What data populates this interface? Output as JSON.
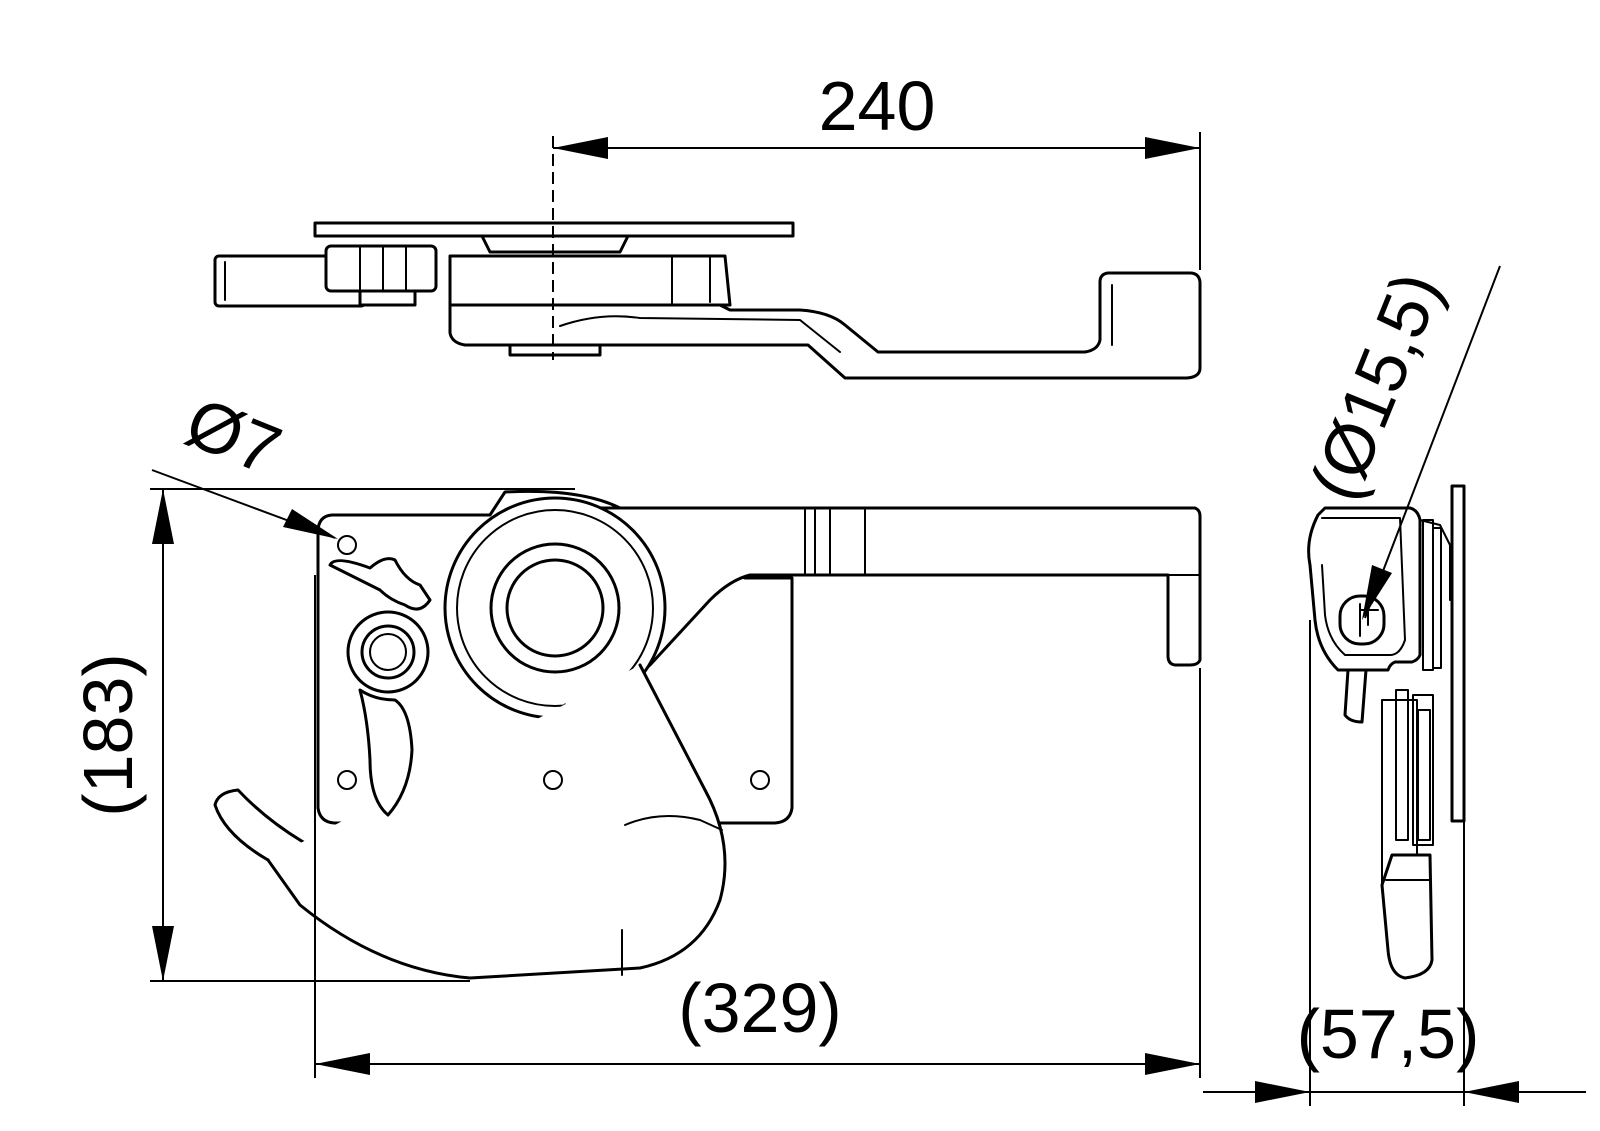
{
  "drawing": {
    "dimensions": {
      "top_width": "240",
      "hole_small": "Ø7",
      "height": "(183)",
      "overall_width": "(329)",
      "hole_large": "(Ø15,5)",
      "side_depth": "(57,5)"
    },
    "colors": {
      "line": "#000000",
      "background": "#ffffff"
    }
  }
}
